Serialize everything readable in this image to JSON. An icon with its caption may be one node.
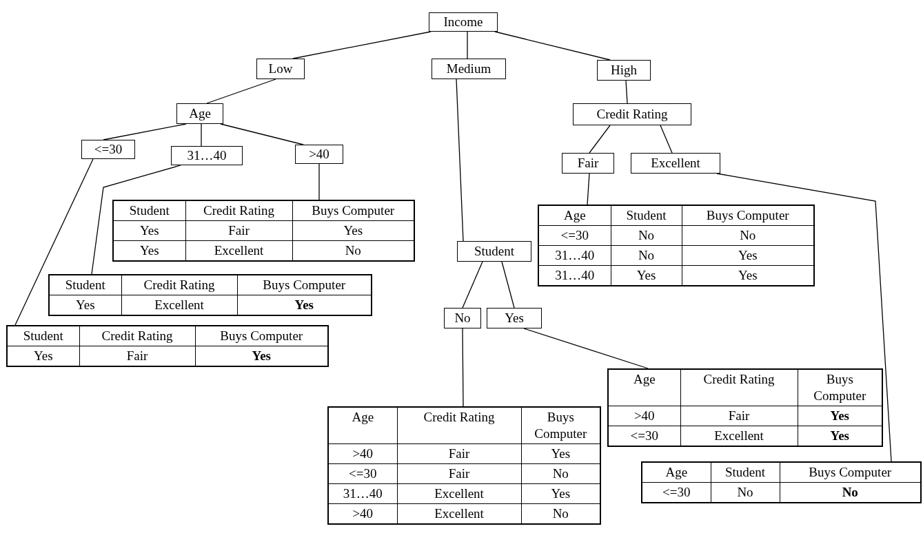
{
  "diagram": {
    "nodes": [
      {
        "text": [
          "Income"
        ]
      },
      {
        "text": [
          "Low"
        ]
      },
      {
        "text": [
          "Medium"
        ]
      },
      {
        "text": [
          "High"
        ]
      },
      {
        "text": [
          "Age"
        ]
      },
      {
        "text": [
          "<=30"
        ]
      },
      {
        "text": [
          "31…40"
        ]
      },
      {
        "text": [
          ">40"
        ]
      },
      {
        "text": [
          "Student",
          "Credit Rating",
          "Buys Computer",
          "Yes",
          "Fair",
          "Yes",
          "Yes",
          "Excellent",
          "No"
        ]
      },
      {
        "text": [
          "Student",
          "Credit Rating",
          "Buys Computer",
          "Yes",
          "Excellent",
          "**Yes**"
        ]
      },
      {
        "text": [
          "Student",
          "Credit Rating",
          "Buys Computer",
          "Yes",
          "Fair",
          "**Yes**"
        ]
      },
      {
        "text": [
          "Student"
        ]
      },
      {
        "text": [
          "No"
        ]
      },
      {
        "text": [
          "Yes"
        ]
      },
      {
        "text": [
          "Age",
          "Credit Rating",
          "Buys Computer",
          ">40",
          "Fair",
          "Yes",
          "<=30",
          "Fair",
          "No",
          "31…40",
          "Excellent",
          "Yes",
          ">40",
          "Excellent",
          "No"
        ]
      },
      {
        "text": [
          "Age",
          "Credit Rating",
          "Buys Computer",
          ">40",
          "Fair",
          "**Yes**",
          "<=30",
          "Excellent",
          "**Yes**"
        ]
      },
      {
        "text": [
          "Credit Rating"
        ]
      },
      {
        "text": [
          "Fair"
        ]
      },
      {
        "text": [
          "Excellent"
        ]
      },
      {
        "text": [
          "Age",
          "Student",
          "Buys Computer",
          "<=30",
          "No",
          "No",
          "31…40",
          "No",
          "Yes",
          "31…40",
          "Yes",
          "Yes"
        ]
      },
      {
        "text": [
          "Age",
          "Student",
          "Buys Computer",
          "<=30",
          "No",
          "**No**"
        ]
      }
    ],
    "edges": [
      {
        "from": 0,
        "to": 1,
        "arrow": "none"
      },
      {
        "from": 0,
        "to": 2,
        "arrow": "none"
      },
      {
        "from": 0,
        "to": 3,
        "arrow": "none"
      },
      {
        "from": 1,
        "to": 4,
        "arrow": "none"
      },
      {
        "from": 4,
        "to": 5,
        "arrow": "none"
      },
      {
        "from": 4,
        "to": 6,
        "arrow": "none"
      },
      {
        "from": 4,
        "to": 7,
        "arrow": "none"
      },
      {
        "from": 7,
        "to": 8,
        "arrow": "none"
      },
      {
        "from": 6,
        "to": 9,
        "arrow": "none"
      },
      {
        "from": 5,
        "to": 10,
        "arrow": "none"
      },
      {
        "from": 2,
        "to": 11,
        "arrow": "none"
      },
      {
        "from": 11,
        "to": 12,
        "arrow": "none"
      },
      {
        "from": 11,
        "to": 13,
        "arrow": "none"
      },
      {
        "from": 12,
        "to": 14,
        "arrow": "none"
      },
      {
        "from": 13,
        "to": 15,
        "arrow": "none"
      },
      {
        "from": 3,
        "to": 16,
        "arrow": "none"
      },
      {
        "from": 16,
        "to": 17,
        "arrow": "none"
      },
      {
        "from": 16,
        "to": 18,
        "arrow": "none"
      },
      {
        "from": 17,
        "to": 19,
        "arrow": "none"
      },
      {
        "from": 18,
        "to": 20,
        "arrow": "none"
      }
    ]
  }
}
